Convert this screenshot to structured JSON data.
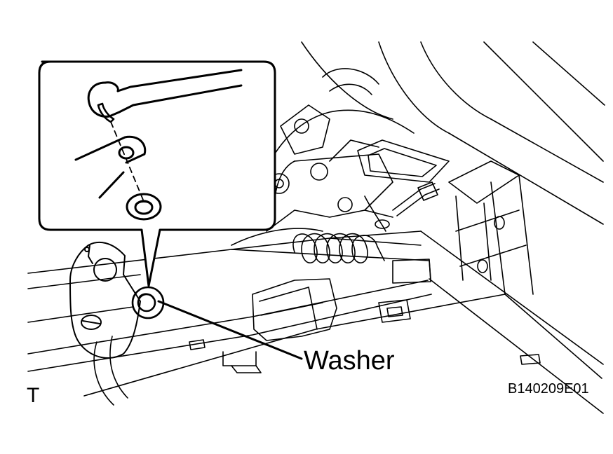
{
  "labels": {
    "callout": "Washer",
    "corner_letter": "T",
    "figure_code": "B140209E01"
  },
  "colors": {
    "line": "#000000",
    "background": "#ffffff"
  }
}
